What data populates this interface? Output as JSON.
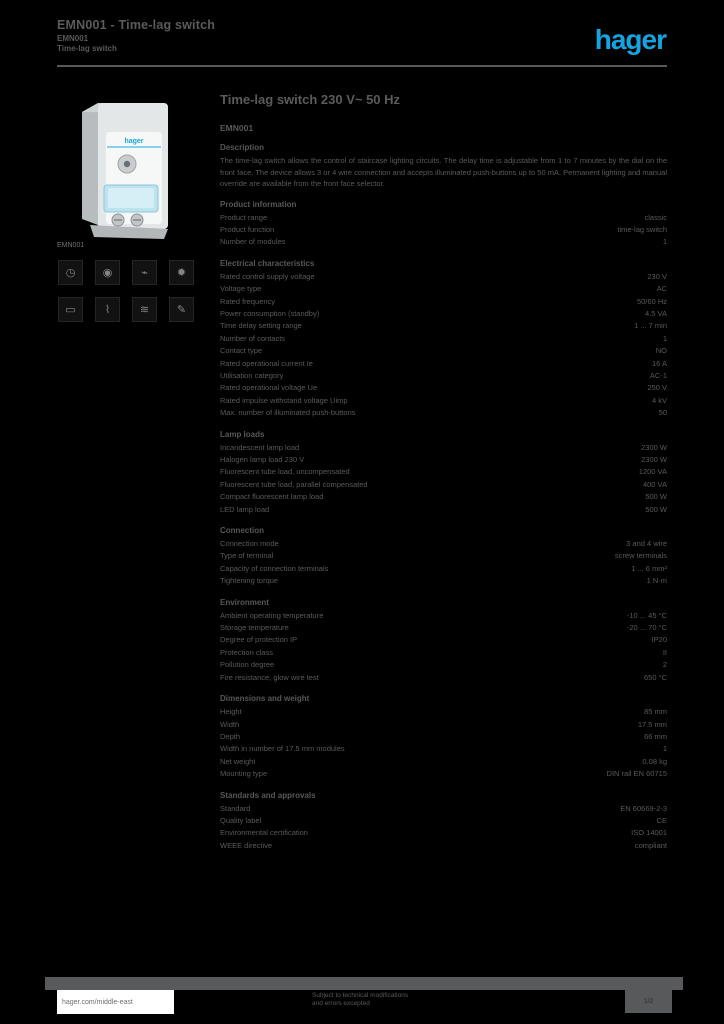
{
  "page": {
    "background": "#000000",
    "text_color": "#595a5c",
    "accent_color": "#14a5e0"
  },
  "header": {
    "title": "EMN001 - Time-lag switch",
    "subtitle_line1": "EMN001",
    "subtitle_line2": "Time-lag switch",
    "logo": "hager"
  },
  "product": {
    "reference_caption": "EMN001",
    "image_label": "hager"
  },
  "icons": [
    {
      "name": "timer-dial-icon",
      "glyph": "◷"
    },
    {
      "name": "push-button-icon",
      "glyph": "◉"
    },
    {
      "name": "lamp-load-icon",
      "glyph": "⌁"
    },
    {
      "name": "illuminated-button-icon",
      "glyph": "✹"
    },
    {
      "name": "module-width-icon",
      "glyph": "▭"
    },
    {
      "name": "wiring-3wire-icon",
      "glyph": "⌇"
    },
    {
      "name": "wiring-4wire-icon",
      "glyph": "≋"
    },
    {
      "name": "screwdriver-icon",
      "glyph": "✎"
    }
  ],
  "main": {
    "title": "Time-lag switch 230 V~ 50 Hz",
    "reference": "EMN001",
    "description_title": "Description",
    "description": "The time-lag switch allows the control of staircase lighting circuits. The delay time is adjustable from 1 to 7 minutes by the dial on the front face. The device allows 3 or 4 wire connection and accepts illuminated push-buttons up to 50 mA. Permanent lighting and manual override are available from the front face selector.",
    "sections": [
      {
        "title": "Product information",
        "rows": [
          {
            "label": "Product range",
            "value": "classic"
          },
          {
            "label": "Product function",
            "value": "time-lag switch"
          },
          {
            "label": "Number of modules",
            "value": "1"
          }
        ]
      },
      {
        "title": "Electrical characteristics",
        "rows": [
          {
            "label": "Rated control supply voltage",
            "value": "230 V"
          },
          {
            "label": "Voltage type",
            "value": "AC"
          },
          {
            "label": "Rated frequency",
            "value": "50/60 Hz"
          },
          {
            "label": "Power consumption (standby)",
            "value": "4.5 VA"
          },
          {
            "label": "Time delay setting range",
            "value": "1 ... 7 min"
          },
          {
            "label": "Number of contacts",
            "value": "1"
          },
          {
            "label": "Contact type",
            "value": "NO"
          },
          {
            "label": "Rated operational current Ie",
            "value": "16 A"
          },
          {
            "label": "Utilisation category",
            "value": "AC-1"
          },
          {
            "label": "Rated operational voltage Ue",
            "value": "250 V"
          },
          {
            "label": "Rated impulse withstand voltage Uimp",
            "value": "4 kV"
          },
          {
            "label": "Max. number of illuminated push-buttons",
            "value": "50"
          }
        ]
      },
      {
        "title": "Lamp loads",
        "rows": [
          {
            "label": "Incandescent lamp load",
            "value": "2300 W"
          },
          {
            "label": "Halogen lamp load 230 V",
            "value": "2300 W"
          },
          {
            "label": "Fluorescent tube load, uncompensated",
            "value": "1200 VA"
          },
          {
            "label": "Fluorescent tube load, parallel compensated",
            "value": "400 VA"
          },
          {
            "label": "Compact fluorescent lamp load",
            "value": "500 W"
          },
          {
            "label": "LED lamp load",
            "value": "500 W"
          }
        ]
      },
      {
        "title": "Connection",
        "rows": [
          {
            "label": "Connection mode",
            "value": "3 and 4 wire"
          },
          {
            "label": "Type of terminal",
            "value": "screw terminals"
          },
          {
            "label": "Capacity of connection terminals",
            "value": "1 ... 6 mm²"
          },
          {
            "label": "Tightening torque",
            "value": "1 N·m"
          }
        ]
      },
      {
        "title": "Environment",
        "rows": [
          {
            "label": "Ambient operating temperature",
            "value": "-10 ... 45 °C"
          },
          {
            "label": "Storage temperature",
            "value": "-20 ... 70 °C"
          },
          {
            "label": "Degree of protection IP",
            "value": "IP20"
          },
          {
            "label": "Protection class",
            "value": "II"
          },
          {
            "label": "Pollution degree",
            "value": "2"
          },
          {
            "label": "Fire resistance, glow wire test",
            "value": "650 °C"
          }
        ]
      },
      {
        "title": "Dimensions and weight",
        "rows": [
          {
            "label": "Height",
            "value": "85 mm"
          },
          {
            "label": "Width",
            "value": "17.5 mm"
          },
          {
            "label": "Depth",
            "value": "66 mm"
          },
          {
            "label": "Width in number of 17.5 mm modules",
            "value": "1"
          },
          {
            "label": "Net weight",
            "value": "0.08 kg"
          },
          {
            "label": "Mounting type",
            "value": "DIN rail EN 60715"
          }
        ]
      },
      {
        "title": "Standards and approvals",
        "rows": [
          {
            "label": "Standard",
            "value": "EN 60669-2-3"
          },
          {
            "label": "Quality label",
            "value": "CE"
          },
          {
            "label": "Environmental certification",
            "value": "ISO 14001"
          },
          {
            "label": "WEEE directive",
            "value": "compliant"
          }
        ]
      }
    ]
  },
  "footer": {
    "website": "hager.com/middle-east",
    "note_line1": "Subject to technical modifications",
    "note_line2": "and errors excepted",
    "page_indicator": "1/2"
  }
}
